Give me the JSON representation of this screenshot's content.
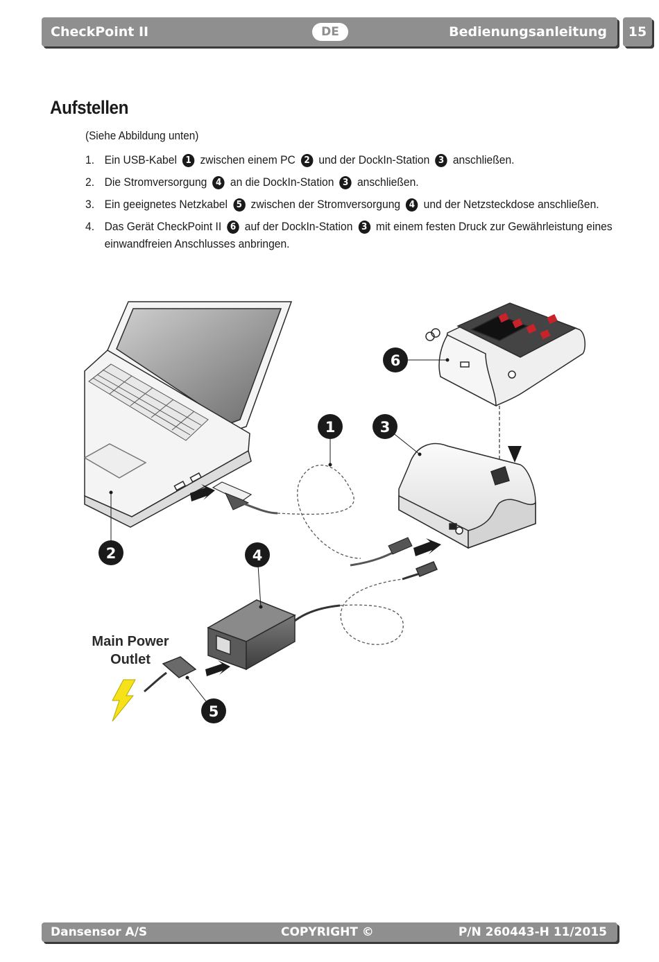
{
  "header": {
    "title": "CheckPoint II",
    "language_badge": "DE",
    "manual_label": "Bedienungsanleitung",
    "page_number": "15"
  },
  "section": {
    "title": "Aufstellen",
    "intro": "(Siehe Abbildung unten)"
  },
  "steps": [
    {
      "num": "1.",
      "parts": [
        {
          "t": "Ein USB-Kabel "
        },
        {
          "c": "1"
        },
        {
          "t": " zwischen einem PC "
        },
        {
          "c": "2"
        },
        {
          "t": " und der DockIn-Station "
        },
        {
          "c": "3"
        },
        {
          "t": " anschließen."
        }
      ]
    },
    {
      "num": "2.",
      "parts": [
        {
          "t": "Die Stromversorgung "
        },
        {
          "c": "4"
        },
        {
          "t": " an die DockIn-Station "
        },
        {
          "c": "3"
        },
        {
          "t": " anschließen."
        }
      ]
    },
    {
      "num": "3.",
      "parts": [
        {
          "t": "Ein geeignetes Netzkabel "
        },
        {
          "c": "5"
        },
        {
          "t": " zwischen der Stromversorgung "
        },
        {
          "c": "4"
        },
        {
          "t": " und der Netzsteckdose anschließen."
        }
      ]
    },
    {
      "num": "4.",
      "parts": [
        {
          "t": "Das Gerät CheckPoint II "
        },
        {
          "c": "6"
        },
        {
          "t": " auf der DockIn-Station "
        },
        {
          "c": "3"
        },
        {
          "t": " mit einem festen Druck zur Gewährleistung eines einwandfreien Anschlusses anbringen."
        }
      ]
    }
  ],
  "diagram": {
    "outlet_label_line1": "Main Power",
    "outlet_label_line2": "Outlet",
    "callouts": [
      "1",
      "2",
      "3",
      "4",
      "5",
      "6"
    ]
  },
  "footer": {
    "company": "Dansensor A/S",
    "copyright": "COPYRIGHT ©",
    "part_number": "P/N 260443-H 11/2015"
  }
}
